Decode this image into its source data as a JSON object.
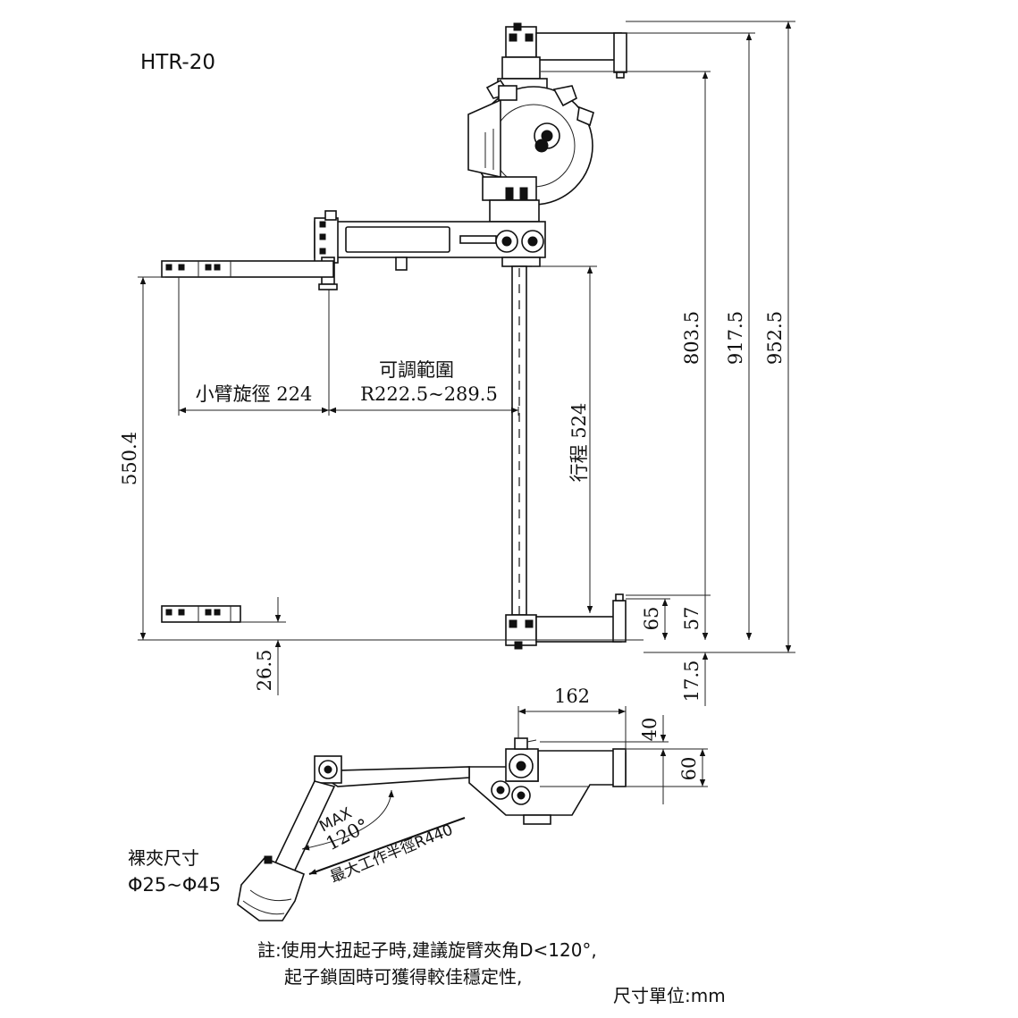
{
  "title": "HTR-20",
  "labels": {
    "forearm_radius": "小臂旋徑 224",
    "adjust_title": "可調範圍",
    "adjust_range": "R222.5~289.5",
    "stroke": "行程 524",
    "max_angle_top": "MAX",
    "max_angle_value": "120°",
    "max_radius": "最大工作半徑R440",
    "clamp_title": "裸夾尺寸",
    "clamp_range": "Φ25~Φ45",
    "note_line1": "註:使用大扭起子時,建議旋臂夾角D<120°,",
    "note_line2": "起子鎖固時可獲得較佳穩定性,",
    "unit": "尺寸單位:mm"
  },
  "dimensions": {
    "d_550_4": "550.4",
    "d_26_5": "26.5",
    "d_803_5": "803.5",
    "d_917_5": "917.5",
    "d_952_5": "952.5",
    "d_65": "65",
    "d_57": "57",
    "d_17_5": "17.5",
    "d_162": "162",
    "d_40": "40",
    "d_60": "60"
  }
}
